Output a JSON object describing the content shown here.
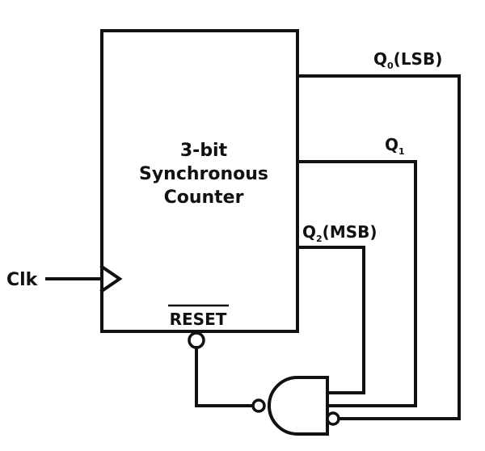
{
  "counter": {
    "title_line1": "3-bit",
    "title_line2": "Synchronous",
    "title_line3": "Counter",
    "reset_label": "RESET"
  },
  "clock": {
    "label": "Clk"
  },
  "outputs": {
    "q0": {
      "base": "Q",
      "subscript": "0",
      "suffix": "(LSB)"
    },
    "q1": {
      "base": "Q",
      "subscript": "1",
      "suffix": ""
    },
    "q2": {
      "base": "Q",
      "subscript": "2",
      "suffix": "(MSB)"
    }
  },
  "colors": {
    "stroke": "#111111",
    "background": "#ffffff"
  }
}
